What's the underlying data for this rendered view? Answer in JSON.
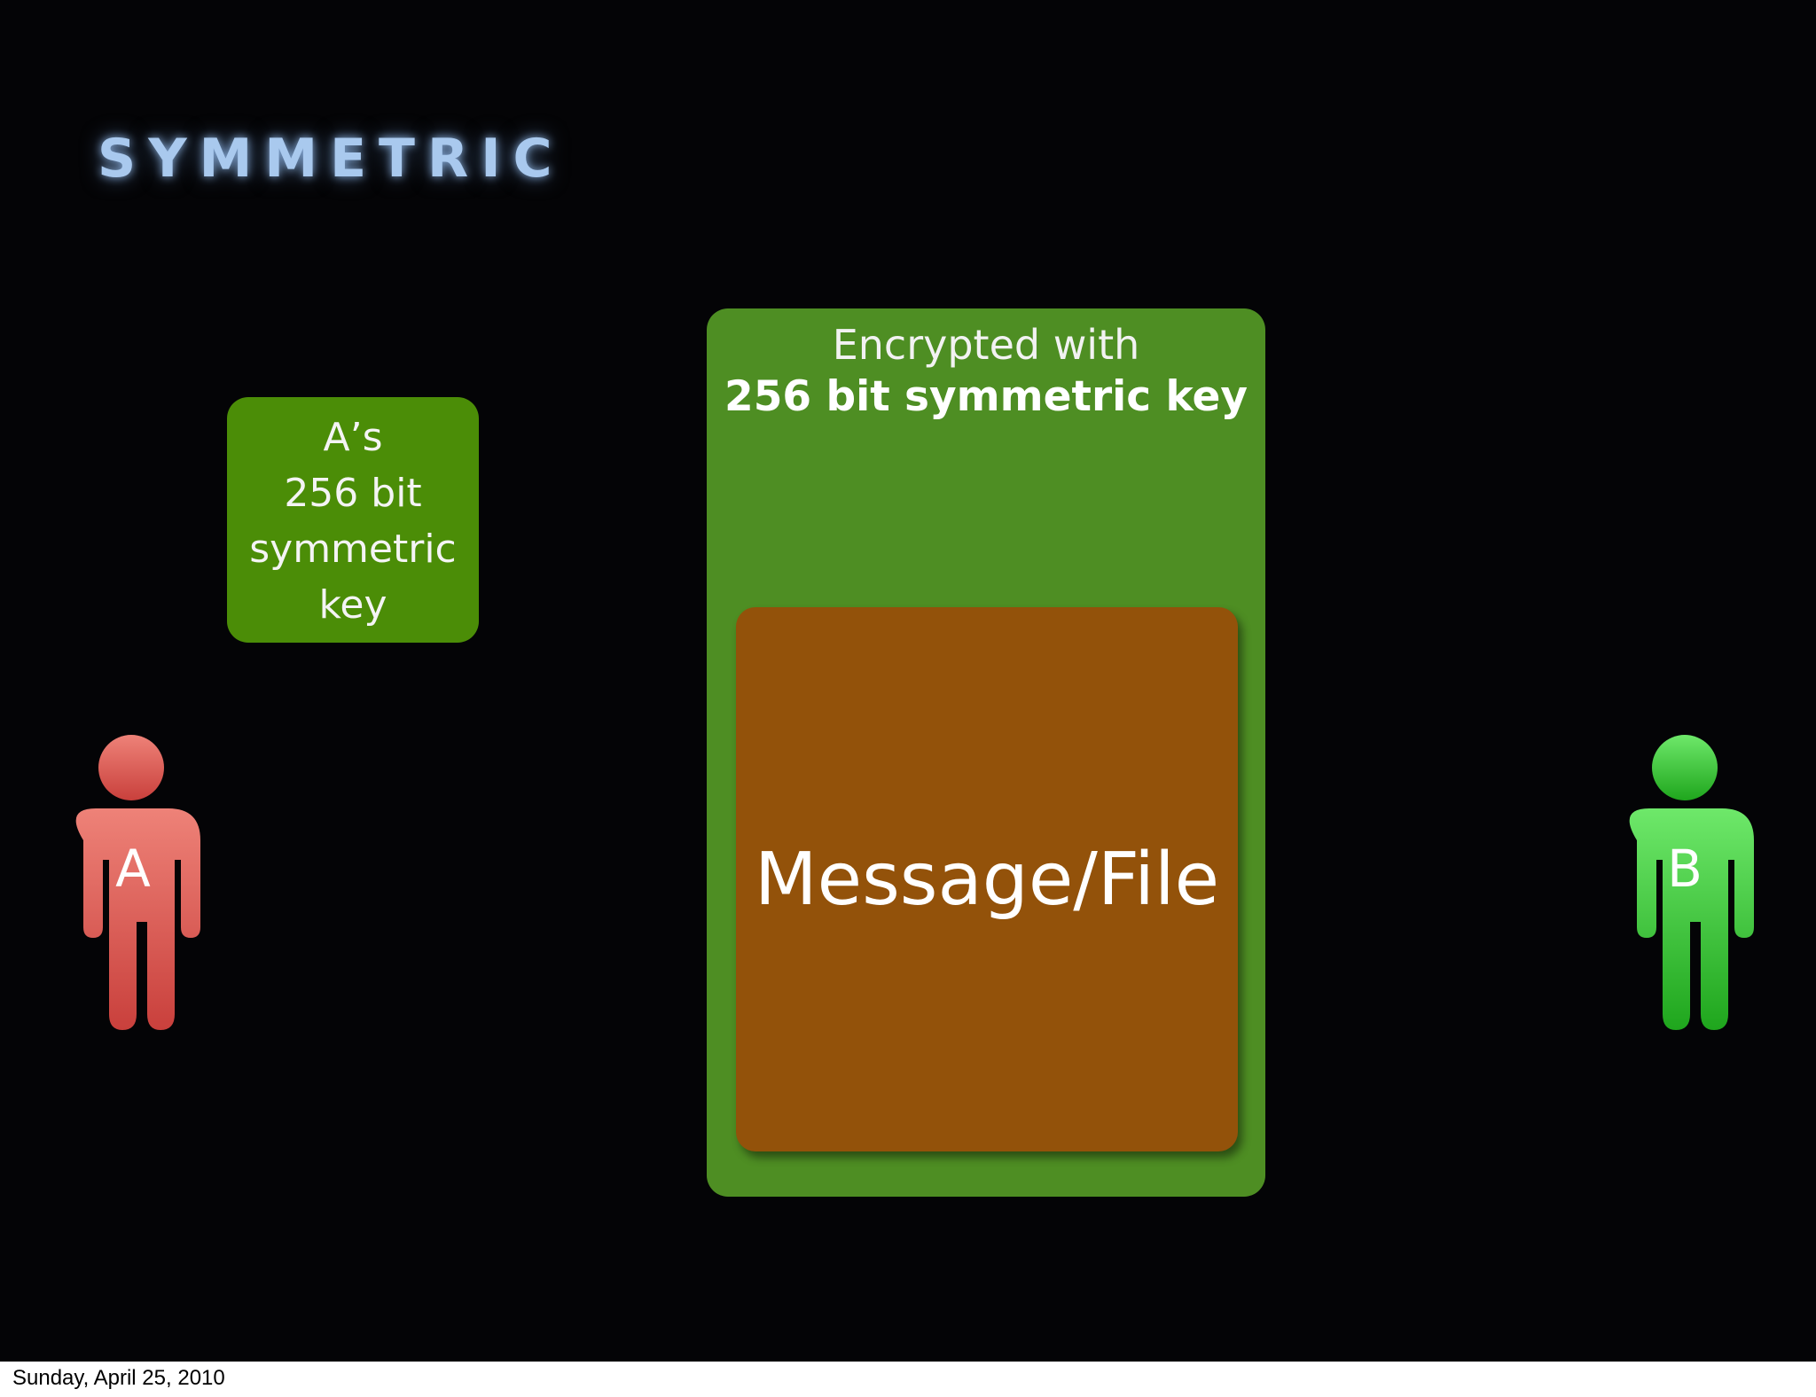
{
  "slide": {
    "title": "Symmetric",
    "title_color": "#a9c9ee",
    "background": "#040406"
  },
  "key_box": {
    "lines": [
      "A’s",
      "256 bit",
      "symmetric",
      "key"
    ],
    "color": "#4b8d07"
  },
  "envelope": {
    "line1": "Encrypted with",
    "line2": "256 bit symmetric key",
    "color": "#4e8e23",
    "message": {
      "text": "Message/File",
      "color": "#93520a"
    }
  },
  "people": [
    {
      "label": "A",
      "color": "#e0655f",
      "icon": "person-icon"
    },
    {
      "label": "B",
      "color": "#3fcf3b",
      "icon": "person-icon"
    }
  ],
  "footer": {
    "date": "Sunday, April 25, 2010"
  }
}
